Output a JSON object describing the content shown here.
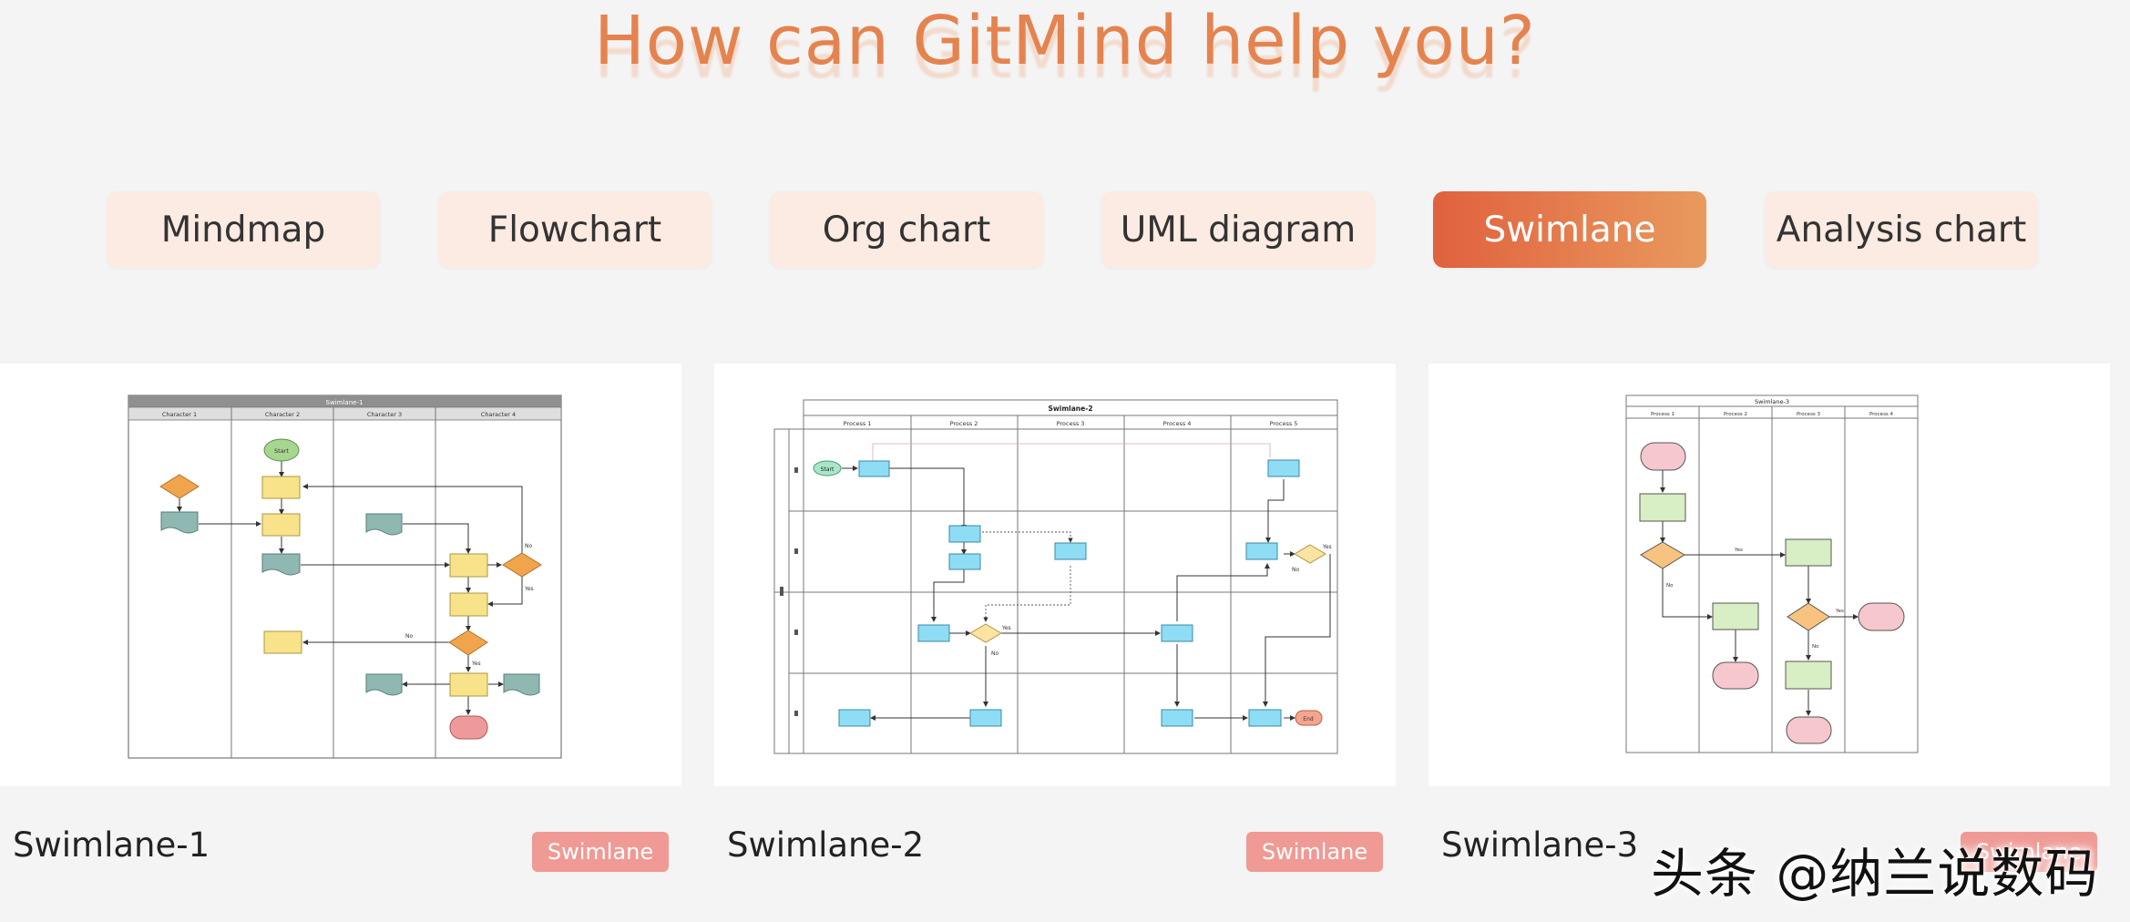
{
  "headline": "How can GitMind help you?",
  "tabs": [
    {
      "label": "Mindmap",
      "active": false
    },
    {
      "label": "Flowchart",
      "active": false
    },
    {
      "label": "Org chart",
      "active": false
    },
    {
      "label": "UML diagram",
      "active": false
    },
    {
      "label": "Swimlane",
      "active": true
    },
    {
      "label": "Analysis chart",
      "active": false
    }
  ],
  "cards": [
    {
      "title": "Swimlane-1",
      "badge": "Swimlane",
      "diagram": {
        "title": "Swimlane-1",
        "lanes": [
          "Character 1",
          "Character 2",
          "Character 3",
          "Character 4"
        ],
        "nodes": {
          "start": "Start"
        },
        "edge_labels": {
          "no1": "No",
          "yes1": "Yes",
          "no2": "No",
          "yes2": "Yes"
        }
      }
    },
    {
      "title": "Swimlane-2",
      "badge": "Swimlane",
      "diagram": {
        "title": "Swimlane-2",
        "lanes": [
          "Process 1",
          "Process 2",
          "Process 3",
          "Process 4",
          "Process 5"
        ],
        "nodes": {
          "start": "Start",
          "end": "End"
        },
        "edge_labels": {
          "yes1": "Yes",
          "no1": "No",
          "yes2": "Yes",
          "no2": "No"
        }
      }
    },
    {
      "title": "Swimlane-3",
      "badge": "Swimlane",
      "diagram": {
        "title": "Swimlane-3",
        "lanes": [
          "Process 1",
          "Process 2",
          "Process 3",
          "Process 4"
        ],
        "edge_labels": {
          "yes1": "Yes",
          "no1": "No",
          "yes2": "Yes",
          "no2": "No"
        }
      }
    }
  ],
  "watermark": "头条 @纳兰说数码",
  "colors": {
    "accent": "#e5834f",
    "tab_bg": "#fcebe2",
    "tab_active_from": "#e0613e",
    "tab_active_to": "#e99a5e",
    "badge": "#f09a95"
  }
}
